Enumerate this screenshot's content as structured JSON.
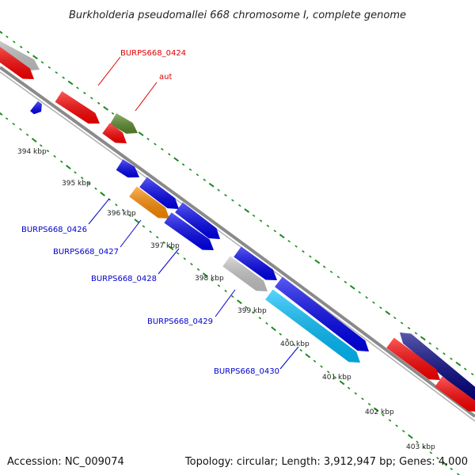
{
  "title": "Burkholderia pseudomallei 668 chromosome I, complete genome",
  "footer": {
    "accession": "Accession: NC_009074",
    "summary": "Topology: circular; Length: 3,912,947 bp; Genes: 4,000"
  },
  "colors": {
    "backbone": "#888888",
    "tick": "#1a8a1a",
    "red": "#ff0000",
    "gray": "#c8c8c8",
    "blue": "#0000ee",
    "navy": "#000080",
    "green": "#5a8a2a",
    "orange": "#ff8c00",
    "cyan": "#00bfff",
    "red_label": "#dd0000",
    "blue_label": "#0000cc"
  },
  "kbp_labels": [
    "394 kbp",
    "395 kbp",
    "396 kbp",
    "397 kbp",
    "398 kbp",
    "399 kbp",
    "400 kbp",
    "401 kbp",
    "402 kbp",
    "403 kbp"
  ],
  "gene_labels": {
    "g0424": "BURPS668_0424",
    "aut": "aut",
    "g0426": "BURPS668_0426",
    "g0427": "BURPS668_0427",
    "g0428": "BURPS668_0428",
    "g0429": "BURPS668_0429",
    "g0430": "BURPS668_0430"
  }
}
